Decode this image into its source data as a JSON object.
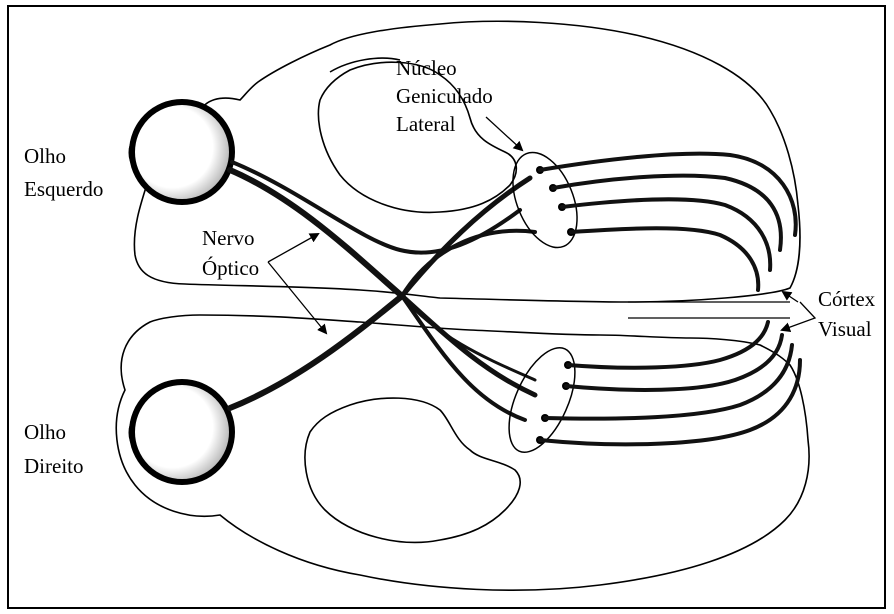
{
  "labels": {
    "left_eye": [
      "Olho",
      "Esquerdo"
    ],
    "right_eye": [
      "Olho",
      "Direito"
    ],
    "optic_nerve": [
      "Nervo",
      "Óptico"
    ],
    "lgn": [
      "Núcleo",
      "Geniculado",
      "Lateral"
    ],
    "visual_cortex": [
      "Córtex",
      "Visual"
    ]
  }
}
